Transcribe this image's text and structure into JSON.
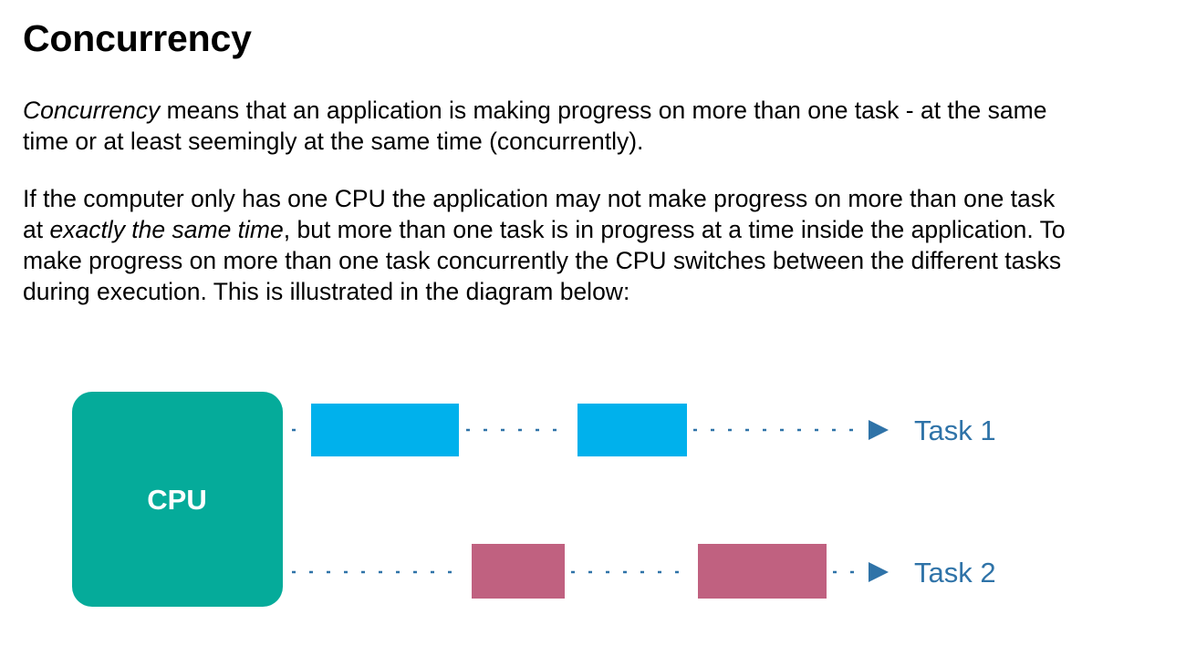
{
  "page": {
    "title": "Concurrency",
    "paragraph1": {
      "emphasis": "Concurrency",
      "line1_rest": " means that an application is making progress on more than one task - at the same",
      "line2": "time or at least seemingly at the same time (concurrently)."
    },
    "paragraph2": {
      "line1": "If the computer only has one CPU the application may not make progress on more than one task",
      "line2_start": "at ",
      "line2_emphasis": "exactly the same time",
      "line2_rest": ", but more than one task is in progress at a time inside the application. To",
      "line3": "make progress on more than one task concurrently the CPU switches between the different tasks",
      "line4": "during execution. This is illustrated in the diagram below:"
    }
  },
  "diagram": {
    "cpu_label": "CPU",
    "cpu_color": "#05ab9a",
    "tasks": [
      {
        "label": "Task 1",
        "color": "#00b1ec"
      },
      {
        "label": "Task 2",
        "color": "#c06180"
      }
    ],
    "line_color": "#2f73a8"
  }
}
